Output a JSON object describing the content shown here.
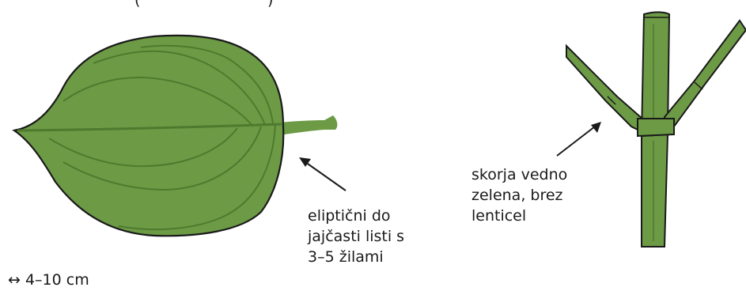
{
  "labels": {
    "leaf": "eliptični do\njajčasti listi s\n3–5 žilami",
    "bark": "skorja vedno\nzelena, brez\nlenticel",
    "scale": "↔ 4–10 cm",
    "top_cut_left": "(",
    "top_cut_right": ")"
  },
  "colors": {
    "leaf_fill": "#6c9a45",
    "leaf_vein": "#4f7a2e",
    "stem_fill": "#6c9a45",
    "outline": "#1a1a1a"
  }
}
